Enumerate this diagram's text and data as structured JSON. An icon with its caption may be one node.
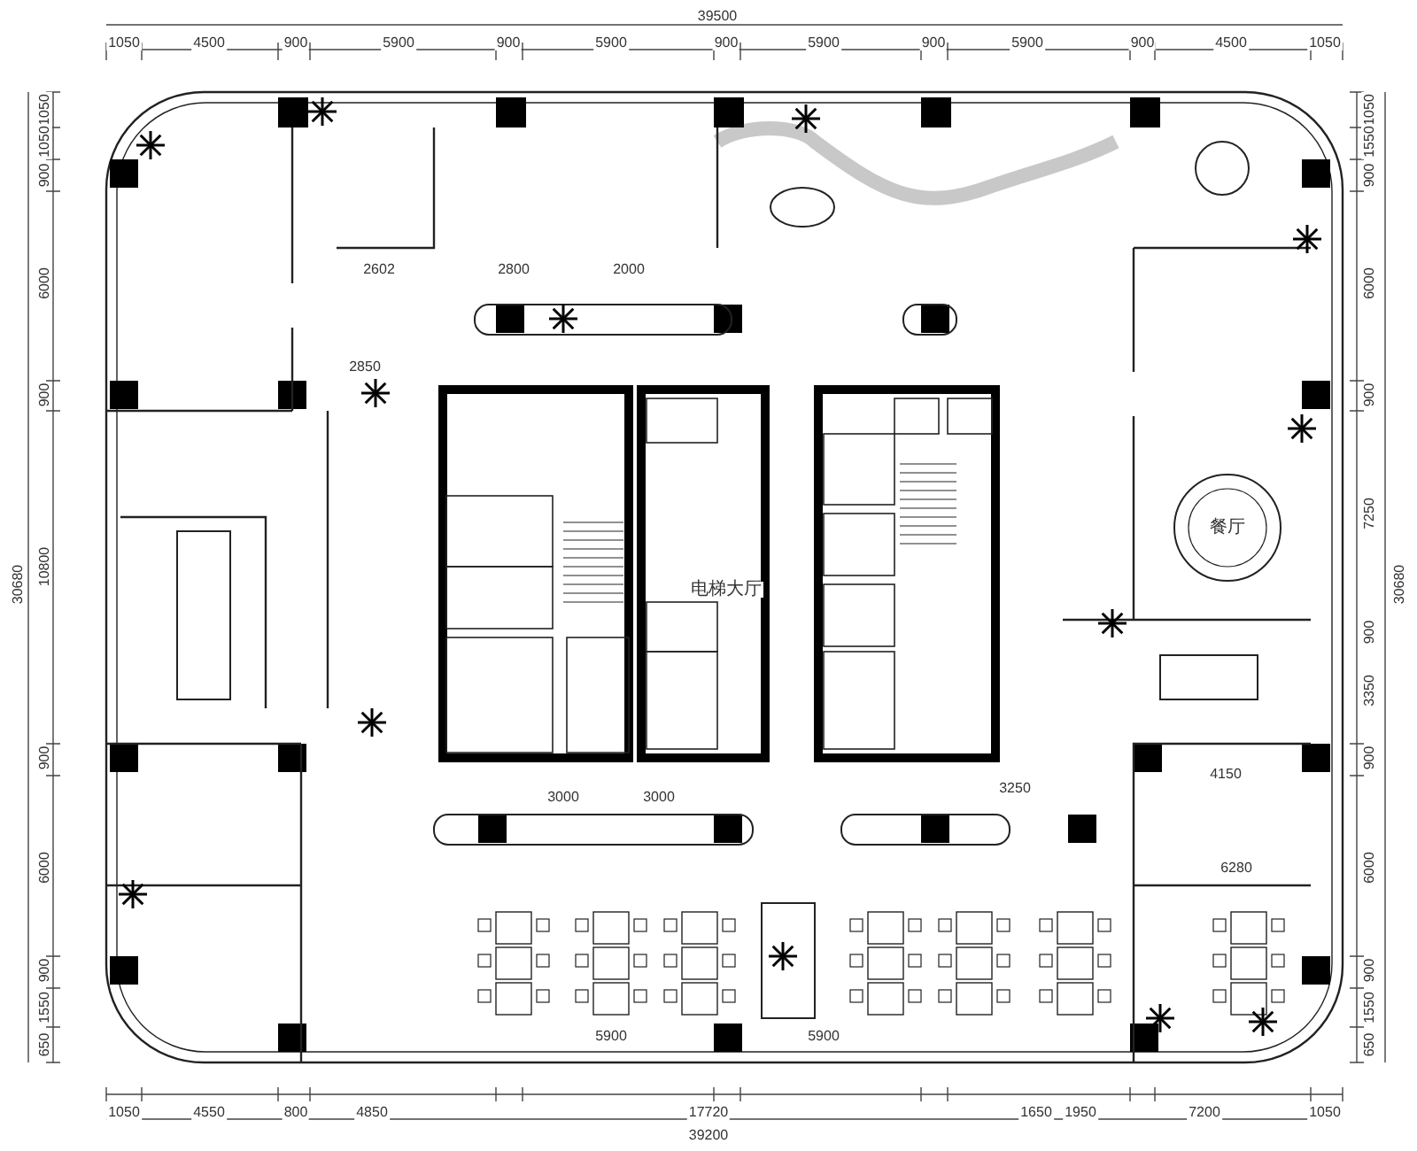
{
  "diagram": {
    "labels": [
      "39500",
      "1050",
      "4500",
      "900",
      "5900",
      "900",
      "5900",
      "900",
      "5900",
      "900",
      "5900",
      "900",
      "4500",
      "1050",
      "30680",
      "1050",
      "1050",
      "900",
      "6000",
      "900",
      "10800",
      "900",
      "6000",
      "900",
      "1550",
      "650",
      "1050",
      "1550",
      "900",
      "6000",
      "900",
      "7250",
      "900",
      "3350",
      "900",
      "6000",
      "900",
      "1550",
      "650",
      "30680",
      "2602",
      "2800",
      "2000",
      "2850",
      "电梯大厅",
      "餐厅",
      "3000",
      "3000",
      "3250",
      "4150",
      "6280",
      "5900",
      "5900",
      "1050",
      "4550",
      "800",
      "4850",
      "17720",
      "1650",
      "1950",
      "7200",
      "1050",
      "39200"
    ]
  }
}
